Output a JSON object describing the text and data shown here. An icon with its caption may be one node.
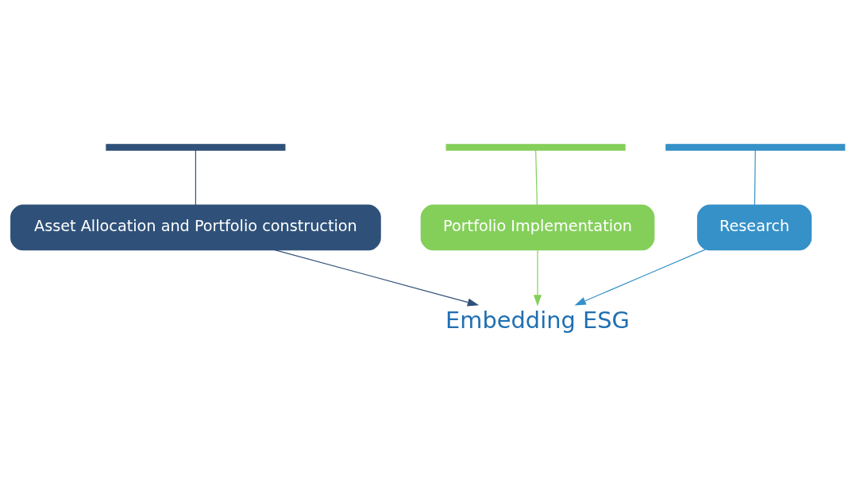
{
  "diagram": {
    "nodes": [
      {
        "text": [],
        "shape": "bar"
      },
      {
        "text": [],
        "shape": "bar"
      },
      {
        "text": [],
        "shape": "bar"
      },
      {
        "text": [
          "Portfolio Implementation"
        ]
      },
      {
        "text": [
          "Asset Allocation and Portfolio construction"
        ]
      },
      {
        "text": [
          "Research"
        ]
      },
      {
        "text": [
          "Embedding ESG"
        ]
      }
    ],
    "edges": [
      {
        "from": 0,
        "to": 4,
        "arrow": "none",
        "color": "#2f5179"
      },
      {
        "from": 1,
        "to": 3,
        "arrow": "none",
        "color": "#84cf5a"
      },
      {
        "from": 2,
        "to": 5,
        "arrow": "none",
        "color": "#3591c8"
      },
      {
        "from": 4,
        "to": 6,
        "arrow": "to",
        "color": "#2f5179"
      },
      {
        "from": 3,
        "to": 6,
        "arrow": "to",
        "color": "#84cf5a"
      },
      {
        "from": 5,
        "to": 6,
        "arrow": "to",
        "color": "#3591c8"
      }
    ]
  }
}
